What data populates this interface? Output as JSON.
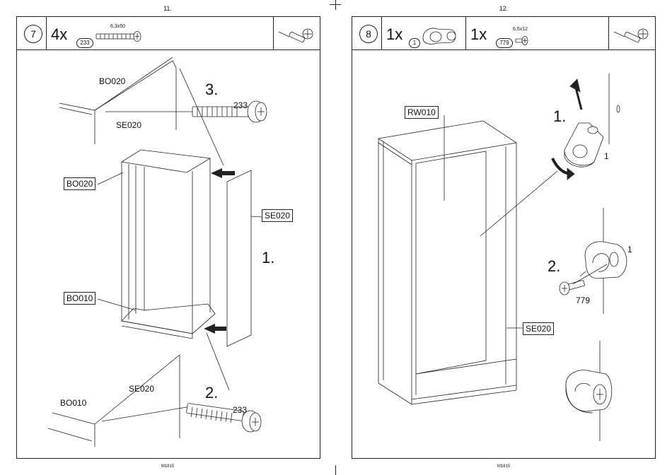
{
  "pages": {
    "left": {
      "page_number": "11.",
      "footer": "M1815",
      "step_number": "7",
      "quantity": "4x",
      "part_id": "233",
      "part_spec": "6,3x50",
      "tool_icon": "screwdriver-icon",
      "labels": {
        "bo020_top": "BO020",
        "se020_top": "SE020",
        "bo020_box": "BO020",
        "se020_box": "SE020",
        "bo010_box": "BO010",
        "se020_bottom": "SE020",
        "bo010_bottom": "BO010",
        "screw_top": "233",
        "screw_bottom": "233",
        "step1": "1.",
        "step2": "2.",
        "step3": "3."
      }
    },
    "right": {
      "page_number": "12.",
      "footer": "M1815",
      "step_number": "8",
      "quantity_a": "1x",
      "part_a_id": "1",
      "quantity_b": "1x",
      "part_b_id": "779",
      "part_b_spec": "6,5x12",
      "tool_icon": "screwdriver-icon",
      "labels": {
        "rw010_box": "RW010",
        "se020_box": "SE020",
        "step1": "1.",
        "step2": "2.",
        "part1_a": "1",
        "part1_b": "1",
        "screw_779": "779"
      }
    }
  }
}
